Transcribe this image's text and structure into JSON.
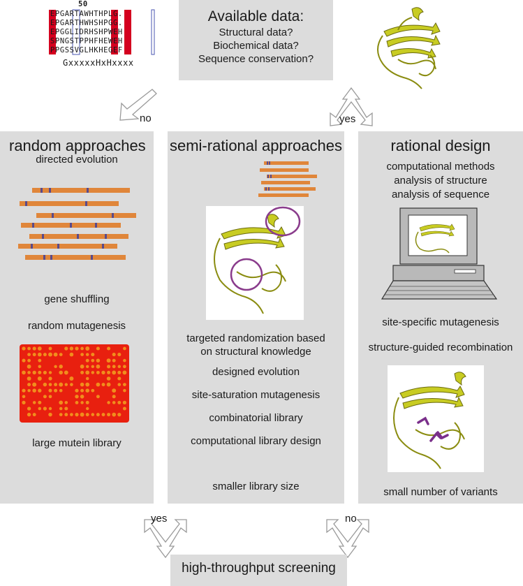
{
  "available_data": {
    "title": "Available data:",
    "items": [
      "Structural data?",
      "Biochemical data?",
      "Sequence conservation?"
    ]
  },
  "alignment": {
    "position_label": "50",
    "rows": [
      "EPGARTAWHTHPLG.",
      "EPGARTHWHSHPGG.",
      "EPGGLIDRHSHPWEH",
      "SPNGSTPPHFHEWEH",
      "PPGSSVGLHKHEGEF"
    ],
    "consensus": "GxxxxxHxHxxxx"
  },
  "branches": {
    "no_top": "no",
    "yes_top": "yes",
    "yes_bottom": "yes",
    "no_bottom": "no"
  },
  "random": {
    "title": "random approaches",
    "subtitle": "directed evolution",
    "methods": [
      "gene shuffling",
      "random mutagenesis"
    ],
    "footer": "large mutein library"
  },
  "semi_rational": {
    "title": "semi-rational approaches",
    "methods": [
      "targeted randomization based",
      "on structural knowledge",
      "designed evolution",
      "site-saturation mutagenesis",
      "combinatorial library",
      "computational library design"
    ],
    "footer": "smaller library size"
  },
  "rational": {
    "title": "rational design",
    "subtitle_lines": [
      "computational methods",
      "analysis of structure",
      "analysis of sequence"
    ],
    "methods": [
      "site-specific mutagenesis",
      "structure-guided recombination"
    ],
    "footer": "small number of variants"
  },
  "screening": {
    "label": "high-throughput screening"
  },
  "colors": {
    "panel": "#dcdcdc",
    "gene_bar": "#e0863a",
    "mutation_mark": "#5a4a8a",
    "protein": "#c8cc22",
    "highlight": "#8a3c8c",
    "plate_bg": "#e8200f",
    "plate_dot": "#f3a020"
  }
}
